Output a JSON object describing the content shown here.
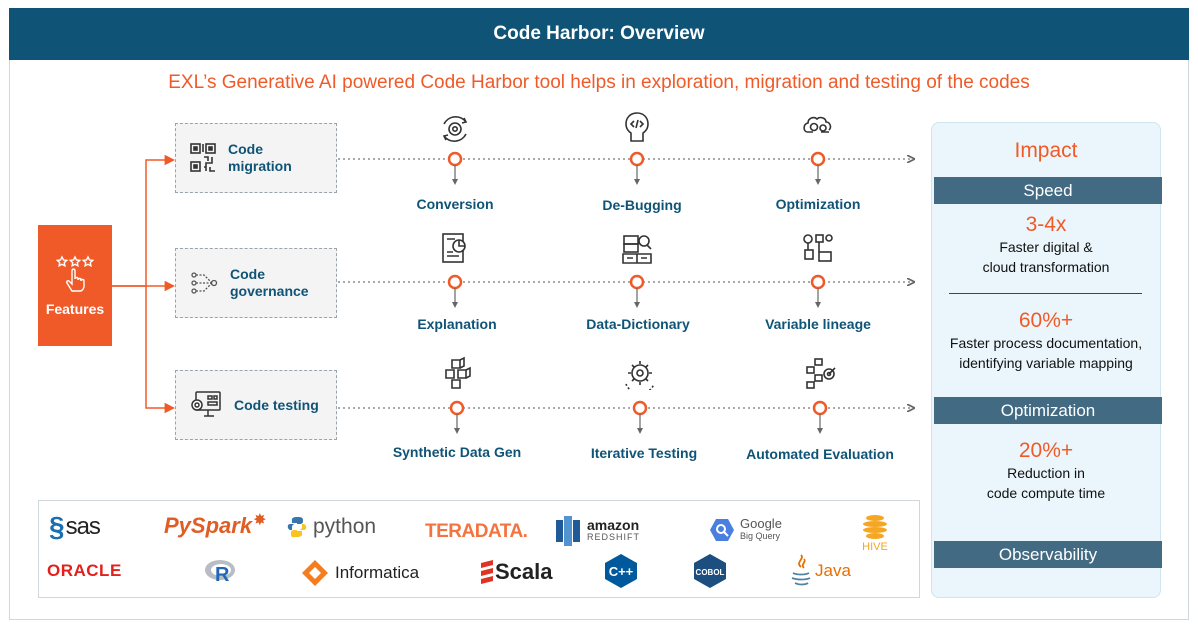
{
  "header": {
    "title": "Code Harbor: Overview"
  },
  "subtitle": "EXL’s Generative AI powered Code Harbor tool helps in exploration, migration and testing of the codes",
  "features": {
    "label": "Features",
    "icon": "stars-hand-icon"
  },
  "rows": [
    {
      "label": "Code migration",
      "icon": "qr-code-icon",
      "steps": [
        {
          "label": "Conversion",
          "icon": "gear-cycle-icon"
        },
        {
          "label": "De-Bugging",
          "icon": "ai-code-head-icon"
        },
        {
          "label": "Optimization",
          "icon": "brain-gears-icon"
        }
      ]
    },
    {
      "label": "Code governance",
      "icon": "data-flow-icon",
      "steps": [
        {
          "label": "Explanation",
          "icon": "document-chart-icon"
        },
        {
          "label": "Data-Dictionary",
          "icon": "database-book-icon"
        },
        {
          "label": "Variable lineage",
          "icon": "lineage-blocks-icon"
        }
      ]
    },
    {
      "label": "Code testing",
      "icon": "monitor-gear-icon",
      "steps": [
        {
          "label": "Synthetic Data Gen",
          "icon": "cubes-icon"
        },
        {
          "label": "Iterative Testing",
          "icon": "gear-loop-icon"
        },
        {
          "label": "Automated Evaluation",
          "icon": "target-blocks-icon"
        }
      ]
    }
  ],
  "impact": {
    "title": "Impact",
    "speed_label": "Speed",
    "metric1_value": "3-4x",
    "metric1_line1": "Faster digital &",
    "metric1_line2": "cloud transformation",
    "metric2_value": "60%+",
    "metric2_line1": "Faster process documentation,",
    "metric2_line2": "identifying variable mapping",
    "optimization_label": "Optimization",
    "metric3_value": "20%+",
    "metric3_line1": "Reduction in",
    "metric3_line2": "code compute time",
    "observability_label": "Observability"
  },
  "logos": {
    "sas": "sas",
    "pyspark_py": "Py",
    "pyspark_spark": "Spark",
    "python": "python",
    "teradata": "TERADATA.",
    "amazon": "amazon",
    "redshift": "REDSHIFT",
    "google": "Google",
    "bigquery": "Big Query",
    "hive": "HIVE",
    "oracle": "ORACLE",
    "r": "R",
    "informatica": "Informatica",
    "scala": "Scala",
    "cpp": "C++",
    "cobol": "COBOL",
    "java": "Java"
  },
  "colors": {
    "accent": "#f05a28",
    "navy": "#0f5476",
    "band": "#426a82",
    "impact_bg": "#eaf6fb"
  }
}
